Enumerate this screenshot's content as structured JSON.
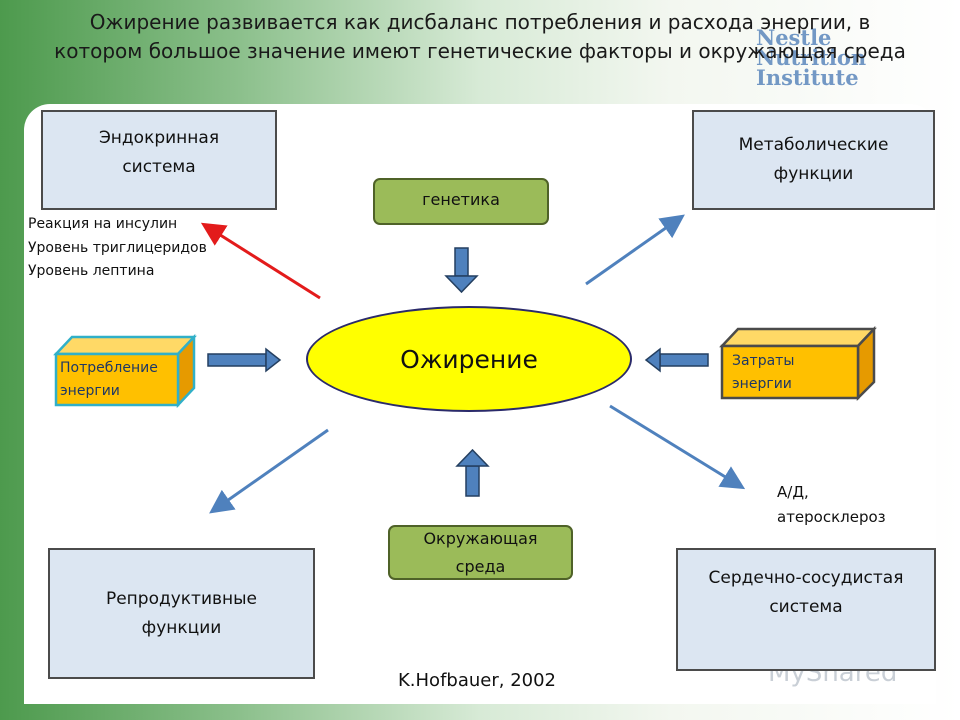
{
  "title": "Ожирение развивается как дисбаланс потребления и расхода энергии, в котором большое значение имеют генетические факторы и окружающая среда",
  "brand": {
    "line1": "Nestle",
    "line2": "Nutrition Institute"
  },
  "center": "Ожирение",
  "boxes": {
    "endocrine": "Эндокринная система",
    "metabolic": "Метаболические функции",
    "reproductive": "Репродуктивные функции",
    "cardio": "Сердечно-сосудистая система"
  },
  "green": {
    "genetics": "генетика",
    "environment": "Окружающая среда"
  },
  "cubes": {
    "intake": "Потребление энергии",
    "expenditure": "Затраты энергии"
  },
  "notes": {
    "endocrine_items": [
      "Реакция на инсулин",
      "Уровень триглицеридов",
      "Уровень лептина"
    ],
    "cardio_items": [
      "А/Д,",
      "атеросклероз"
    ]
  },
  "citation": "K.Hofbauer, 2002",
  "watermark": "MyShared",
  "colors": {
    "box_fill": "#dce6f2",
    "green_fill": "#9bbb59",
    "center_fill": "#ffff00",
    "cube_fill": "#ffc000",
    "blue_arrow": "#4f81bd",
    "red_arrow": "#e31b1b"
  }
}
